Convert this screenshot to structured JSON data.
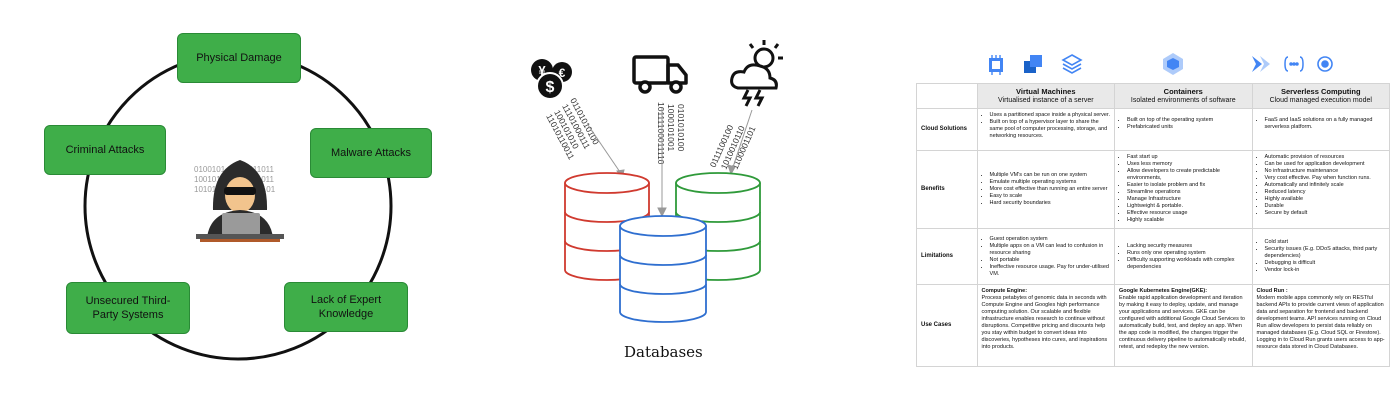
{
  "threats": {
    "physical_damage": "Physical Damage",
    "malware_attacks": "Malware Attacks",
    "lack_of_expert_knowledge": "Lack of Expert Knowledge",
    "unsecured_third_party": "Unsecured Third-Party Systems",
    "criminal_attacks": "Criminal Attacks",
    "binary_lines": [
      "0100101",
      "1011011",
      "1001010",
      "1011011",
      "1010101",
      "0100101"
    ]
  },
  "databases": {
    "title": "Databases",
    "binary_left": [
      "01101010100",
      "11101000111",
      "100101010",
      "11010110011"
    ],
    "binary_mid": [
      "10111100011110",
      "1000101001",
      "0101010100"
    ],
    "binary_right": [
      "0111100100",
      "1010010110",
      "1100001101"
    ],
    "cylinder_colors": {
      "red": "#d03a2f",
      "blue": "#2f6fd0",
      "green": "#2f9a3a"
    }
  },
  "comparison": {
    "columns": [
      {
        "title": "Virtual Machines",
        "subtitle": "Virtualised instance of a server"
      },
      {
        "title": "Containers",
        "subtitle": "Isolated environments of software"
      },
      {
        "title": "Serverless Computing",
        "subtitle": "Cloud managed execution model"
      }
    ],
    "rows": {
      "cloud_solutions": {
        "label": "Cloud Solutions",
        "vm": [
          "Uses a partitioned space inside a physical server.",
          "Built on top of a hypervisor layer to share the same pool of computer processing, storage, and networking resources."
        ],
        "containers": [
          "Built on top of the operating system",
          "Prefabricated units"
        ],
        "serverless": [
          "FaaS and IaaS solutions on a fully managed serverless platform."
        ]
      },
      "benefits": {
        "label": "Benefits",
        "vm": [
          "Multiple VM's can be run on one system",
          "Emulate multiple operating systems",
          "More cost effective than running an entire server",
          "Easy to scale",
          "Hard security boundaries"
        ],
        "containers": [
          "Fast start up",
          "Uses less memory",
          "Allow developers to create predictable environments,",
          "Easier to isolate problem and fix",
          "Streamline operations",
          "Manage Infrastructure",
          "Lightweight & portable.",
          "Effective resource usage",
          "Highly scalable"
        ],
        "serverless": [
          "Automatic provision of resources",
          "Can be used for application development",
          "No infrastructure maintenance",
          "Very cost effective. Pay when function runs.",
          "Automatically and infinitely scale",
          "Reduced latency",
          "Highly available",
          "Durable",
          "Secure by default"
        ]
      },
      "limitations": {
        "label": "Limitations",
        "vm": [
          "Guest operation system",
          "Multiple apps on a VM can lead to confusion in resource sharing",
          "Not portable",
          "Ineffective resource usage. Pay for under-utilised VM."
        ],
        "containers": [
          "Lacking security measures",
          "Runs only one operating system",
          "Difficulty supporting workloads with complex dependencies"
        ],
        "serverless": [
          "Cold start",
          "Security issues (E.g. DDoS attacks, third party dependencies)",
          "Debugging is difficult",
          "Vendor lock-in"
        ]
      },
      "use_cases": {
        "label": "Use Cases",
        "vm_title": "Compute Engine:",
        "vm_text": "Process petabytes of genomic data in seconds with Compute Engine and Googles high performance computing solution. Our scalable and flexible infrastructure enables research to continue without disruptions. Competitive pricing and discounts help you stay within budget to convert ideas into discoveries, hypotheses into cures, and inspirations into products.",
        "containers_title": "Google Kubernetes Engine(GKE):",
        "containers_text": "Enable rapid application development and iteration by making it easy to deploy, update, and manage your applications and services. GKE can be configured with additional Google Cloud Services to automatically build, test, and deploy an app. When the app code is modified, the changes trigger the continuous delivery pipeline to automatically rebuild, retest, and redeploy the new version.",
        "serverless_title": "Cloud Run :",
        "serverless_text": "Modern mobile apps commonly rely on RESTful backend APIs to provide current views of application data and separation for frontend and backend development teams. API services running on Cloud Run allow developers to persist data reliably on managed databases (E.g. Cloud SQL or Firestore). Logging in to Cloud Run grants users access to app-resource data stored in Cloud Databases."
      }
    }
  }
}
